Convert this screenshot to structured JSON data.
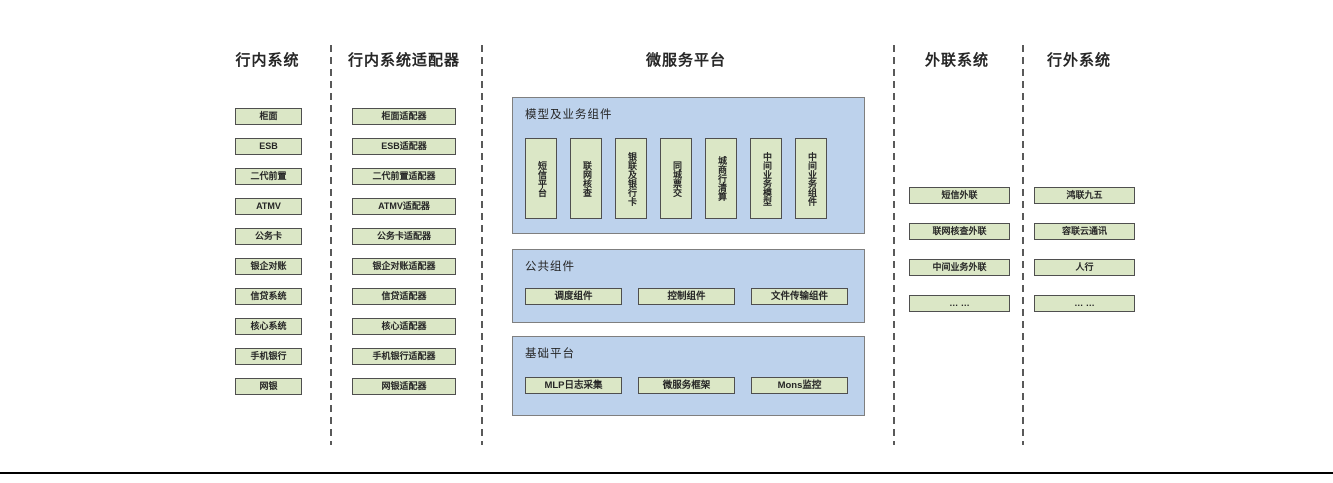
{
  "diagram": {
    "colors": {
      "box_fill_green": "#dbe7c6",
      "box_border": "#4f4f4f",
      "panel_fill_blue": "#bdd2ec",
      "panel_border": "#7f7f7f",
      "separator": "#595959",
      "text": "#262626",
      "bottom_rule": "#000000"
    },
    "columns": {
      "internal_systems": {
        "title": "行内系统",
        "items": [
          "柜面",
          "ESB",
          "二代前置",
          "ATMV",
          "公务卡",
          "银企对账",
          "信贷系统",
          "核心系统",
          "手机银行",
          "网银"
        ]
      },
      "internal_adapters": {
        "title": "行内系统适配器",
        "items": [
          "柜面适配器",
          "ESB适配器",
          "二代前置适配器",
          "ATMV适配器",
          "公务卡适配器",
          "银企对账适配器",
          "信贷适配器",
          "核心适配器",
          "手机银行适配器",
          "网银适配器"
        ]
      },
      "microservice_platform": {
        "title": "微服务平台",
        "groups": {
          "model_business": {
            "title": "模型及业务组件",
            "items": [
              "短信平台",
              "联网核查",
              "银联及银行卡",
              "同城票交",
              "城商行清算",
              "中间业务模型",
              "中间业务组件"
            ]
          },
          "common_components": {
            "title": "公共组件",
            "items": [
              "调度组件",
              "控制组件",
              "文件传输组件"
            ]
          },
          "base_platform": {
            "title": "基础平台",
            "items": [
              "MLP日志采集",
              "微服务框架",
              "Mons监控"
            ]
          }
        }
      },
      "external_link_systems": {
        "title": "外联系统",
        "items": [
          "短信外联",
          "联网核查外联",
          "中间业务外联",
          "… …"
        ]
      },
      "outside_bank_systems": {
        "title": "行外系统",
        "items": [
          "鸿联九五",
          "容联云通讯",
          "人行",
          "… …"
        ]
      }
    }
  }
}
